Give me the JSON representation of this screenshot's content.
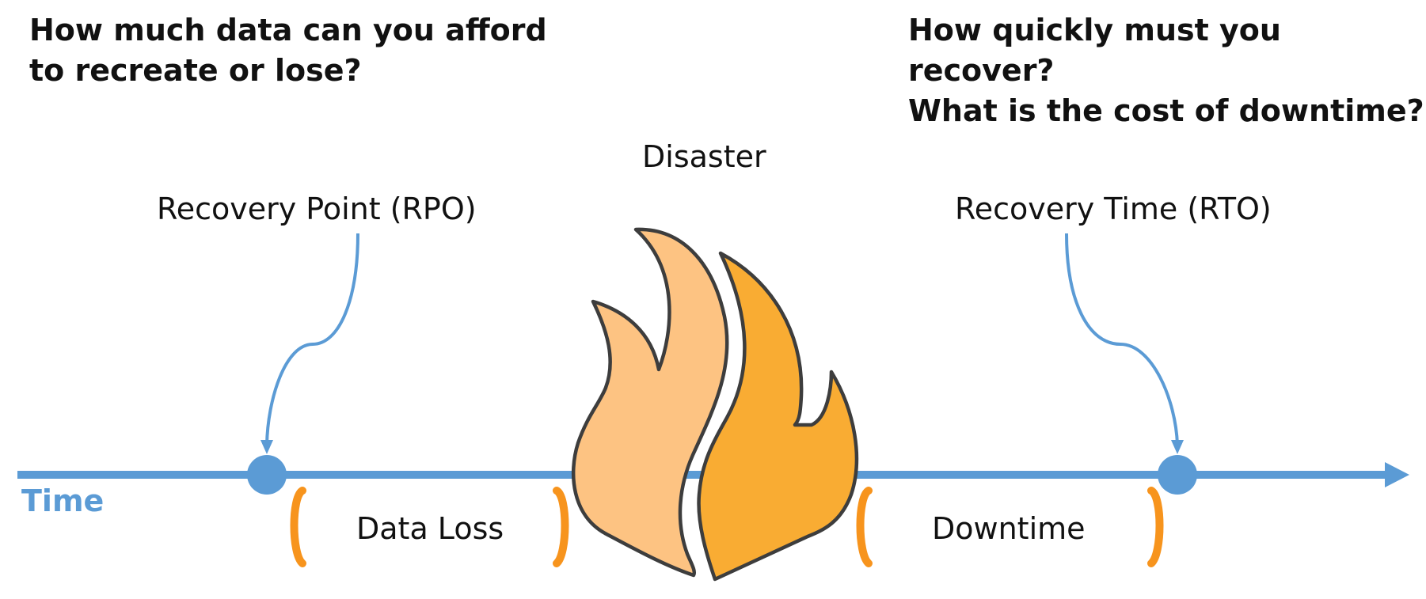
{
  "questions": {
    "data_loss": [
      "How much data can you afford",
      "to recreate or lose?"
    ],
    "downtime": [
      "How quickly must you recover?",
      "What is the cost of downtime?"
    ]
  },
  "labels": {
    "disaster": "Disaster",
    "rpo": "Recovery Point (RPO)",
    "rto": "Recovery Time (RTO)",
    "time": "Time",
    "data_loss": "Data Loss",
    "downtime": "Downtime"
  },
  "colors": {
    "timeline": "#5b9bd5",
    "bracket": "#f7941d",
    "flame_back": "#fdc382",
    "flame_front": "#f9ac33",
    "flame_outline": "#3d3d3d",
    "text": "#111111"
  },
  "icons": [
    "flame-icon"
  ]
}
